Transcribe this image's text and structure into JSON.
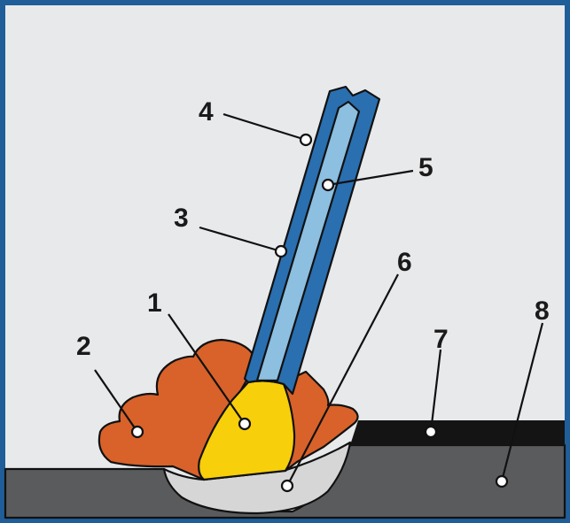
{
  "colors": {
    "frame": "#1f5e99",
    "background": "#e8e9eb",
    "base_metal": "#5a5b5d",
    "flux_layer": "#141414",
    "slag_crust": "#d8622a",
    "molten_metal": "#f7cf0a",
    "electrode_coating": "#2a6fb0",
    "electrode_core": "#8cbfe0",
    "weld_pool": "#d6d6d6"
  },
  "labels": [
    {
      "id": "1",
      "text": "1"
    },
    {
      "id": "2",
      "text": "2"
    },
    {
      "id": "3",
      "text": "3"
    },
    {
      "id": "4",
      "text": "4"
    },
    {
      "id": "5",
      "text": "5"
    },
    {
      "id": "6",
      "text": "6"
    },
    {
      "id": "7",
      "text": "7"
    },
    {
      "id": "8",
      "text": "8"
    }
  ]
}
